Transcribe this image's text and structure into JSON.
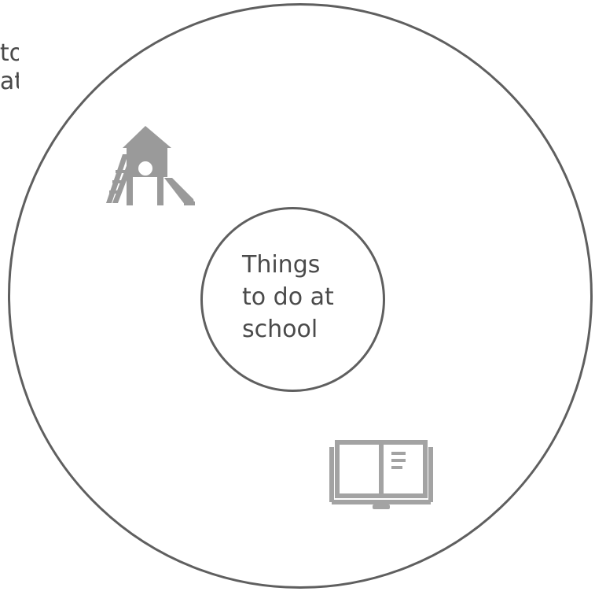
{
  "diagram": {
    "center_lines": [
      "Things",
      "to do at",
      "school"
    ],
    "clipped_left_lines": [
      "to",
      "at"
    ],
    "icons": [
      {
        "name": "playground-slide-icon",
        "color": "#9a9a9a"
      },
      {
        "name": "open-book-icon",
        "color": "#a3a3a3"
      }
    ],
    "stroke_color": "#5f5f5f"
  }
}
